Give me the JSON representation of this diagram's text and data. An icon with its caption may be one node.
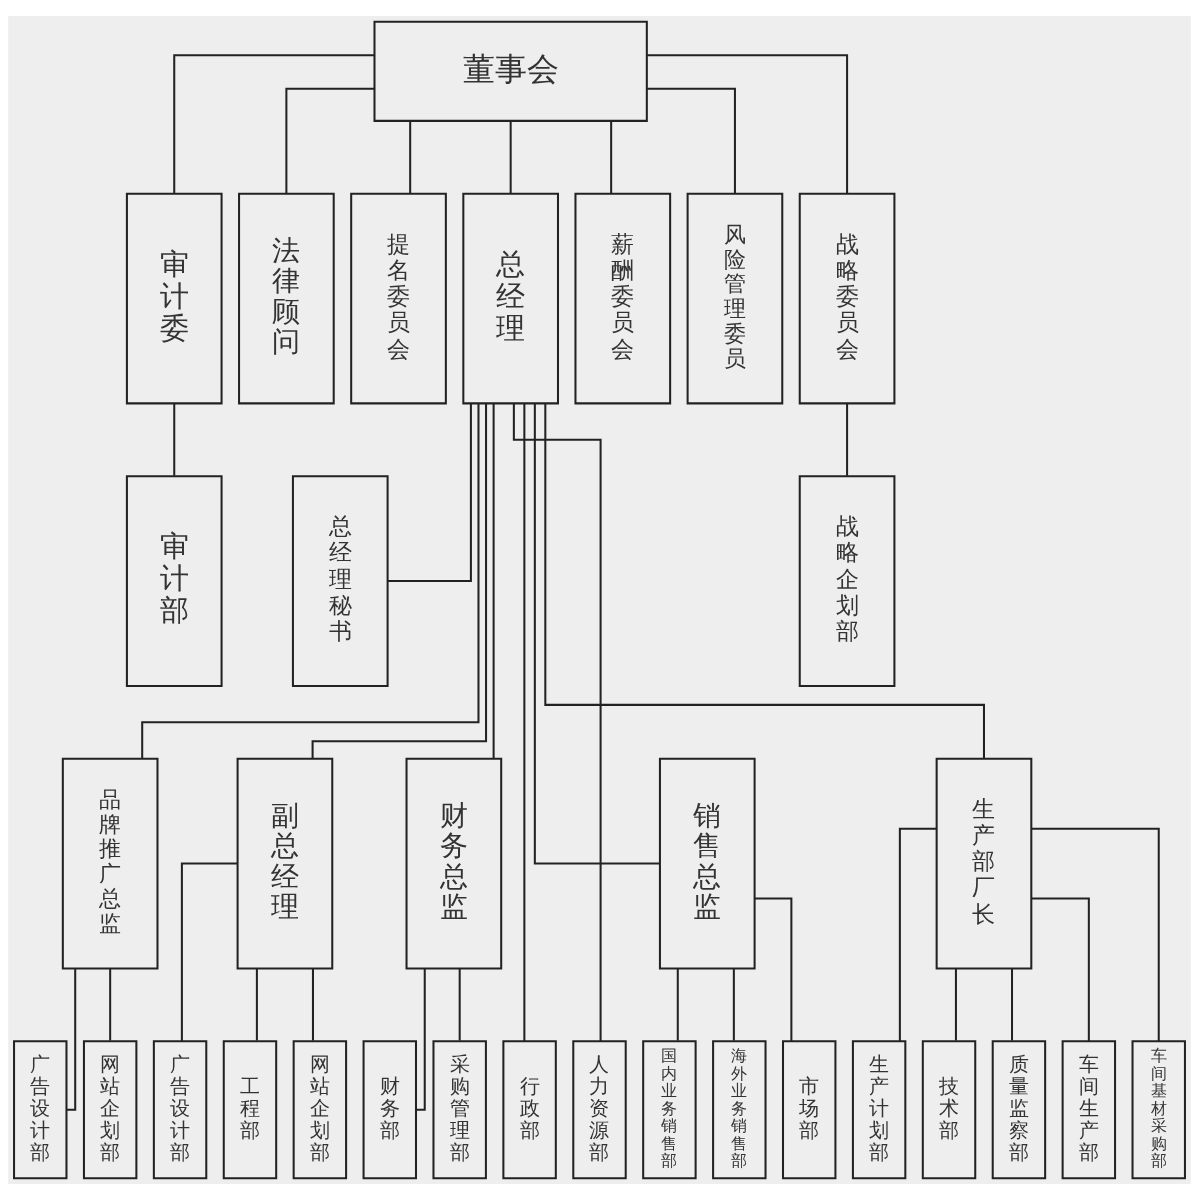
{
  "diagram": {
    "nodes": [
      {
        "text": [
          "董事会"
        ]
      },
      {
        "text": [
          "审计委"
        ]
      },
      {
        "text": [
          "法律顾问"
        ]
      },
      {
        "text": [
          "提名委员会"
        ]
      },
      {
        "text": [
          "总经理"
        ]
      },
      {
        "text": [
          "薪酬委员会"
        ]
      },
      {
        "text": [
          "风险管理委员"
        ]
      },
      {
        "text": [
          "战略委员会"
        ]
      },
      {
        "text": [
          "审计部"
        ]
      },
      {
        "text": [
          "总经理秘书"
        ]
      },
      {
        "text": [
          "战略企划部"
        ]
      },
      {
        "text": [
          "品牌推广总监"
        ]
      },
      {
        "text": [
          "副总经理"
        ]
      },
      {
        "text": [
          "财务总监"
        ]
      },
      {
        "text": [
          "销售总监"
        ]
      },
      {
        "text": [
          "生产部厂长"
        ]
      },
      {
        "text": [
          "广告设计部"
        ]
      },
      {
        "text": [
          "网站企划部"
        ]
      },
      {
        "text": [
          "广告设计部"
        ]
      },
      {
        "text": [
          "工程部"
        ]
      },
      {
        "text": [
          "网站企划部"
        ]
      },
      {
        "text": [
          "财务部"
        ]
      },
      {
        "text": [
          "采购管理部"
        ]
      },
      {
        "text": [
          "行政部"
        ]
      },
      {
        "text": [
          "人力资源部"
        ]
      },
      {
        "text": [
          "国内业务销售部"
        ]
      },
      {
        "text": [
          "海外业务销售部"
        ]
      },
      {
        "text": [
          "市场部"
        ]
      },
      {
        "text": [
          "生产计划部"
        ]
      },
      {
        "text": [
          "技术部"
        ]
      },
      {
        "text": [
          "质量监察部"
        ]
      },
      {
        "text": [
          "车间生产部"
        ]
      },
      {
        "text": [
          "车间基材采购部"
        ]
      }
    ],
    "edges": [
      {
        "from": 0,
        "to": 1,
        "arrow": "none"
      },
      {
        "from": 0,
        "to": 2,
        "arrow": "none"
      },
      {
        "from": 0,
        "to": 3,
        "arrow": "none"
      },
      {
        "from": 0,
        "to": 4,
        "arrow": "none"
      },
      {
        "from": 0,
        "to": 5,
        "arrow": "none"
      },
      {
        "from": 0,
        "to": 6,
        "arrow": "none"
      },
      {
        "from": 0,
        "to": 7,
        "arrow": "none"
      },
      {
        "from": 1,
        "to": 8,
        "arrow": "none"
      },
      {
        "from": 4,
        "to": 9,
        "arrow": "none"
      },
      {
        "from": 7,
        "to": 10,
        "arrow": "none"
      },
      {
        "from": 4,
        "to": 11,
        "arrow": "none"
      },
      {
        "from": 4,
        "to": 12,
        "arrow": "none"
      },
      {
        "from": 4,
        "to": 13,
        "arrow": "none"
      },
      {
        "from": 4,
        "to": 23,
        "arrow": "none"
      },
      {
        "from": 4,
        "to": 24,
        "arrow": "none"
      },
      {
        "from": 4,
        "to": 14,
        "arrow": "none"
      },
      {
        "from": 4,
        "to": 15,
        "arrow": "none"
      },
      {
        "from": 11,
        "to": 16,
        "arrow": "none"
      },
      {
        "from": 11,
        "to": 17,
        "arrow": "none"
      },
      {
        "from": 12,
        "to": 18,
        "arrow": "none"
      },
      {
        "from": 12,
        "to": 19,
        "arrow": "none"
      },
      {
        "from": 12,
        "to": 20,
        "arrow": "none"
      },
      {
        "from": 13,
        "to": 21,
        "arrow": "none"
      },
      {
        "from": 13,
        "to": 22,
        "arrow": "none"
      },
      {
        "from": 14,
        "to": 25,
        "arrow": "none"
      },
      {
        "from": 14,
        "to": 26,
        "arrow": "none"
      },
      {
        "from": 14,
        "to": 27,
        "arrow": "none"
      },
      {
        "from": 15,
        "to": 28,
        "arrow": "none"
      },
      {
        "from": 15,
        "to": 29,
        "arrow": "none"
      },
      {
        "from": 15,
        "to": 30,
        "arrow": "none"
      },
      {
        "from": 15,
        "to": 31,
        "arrow": "none"
      },
      {
        "from": 15,
        "to": 32,
        "arrow": "none"
      }
    ]
  }
}
